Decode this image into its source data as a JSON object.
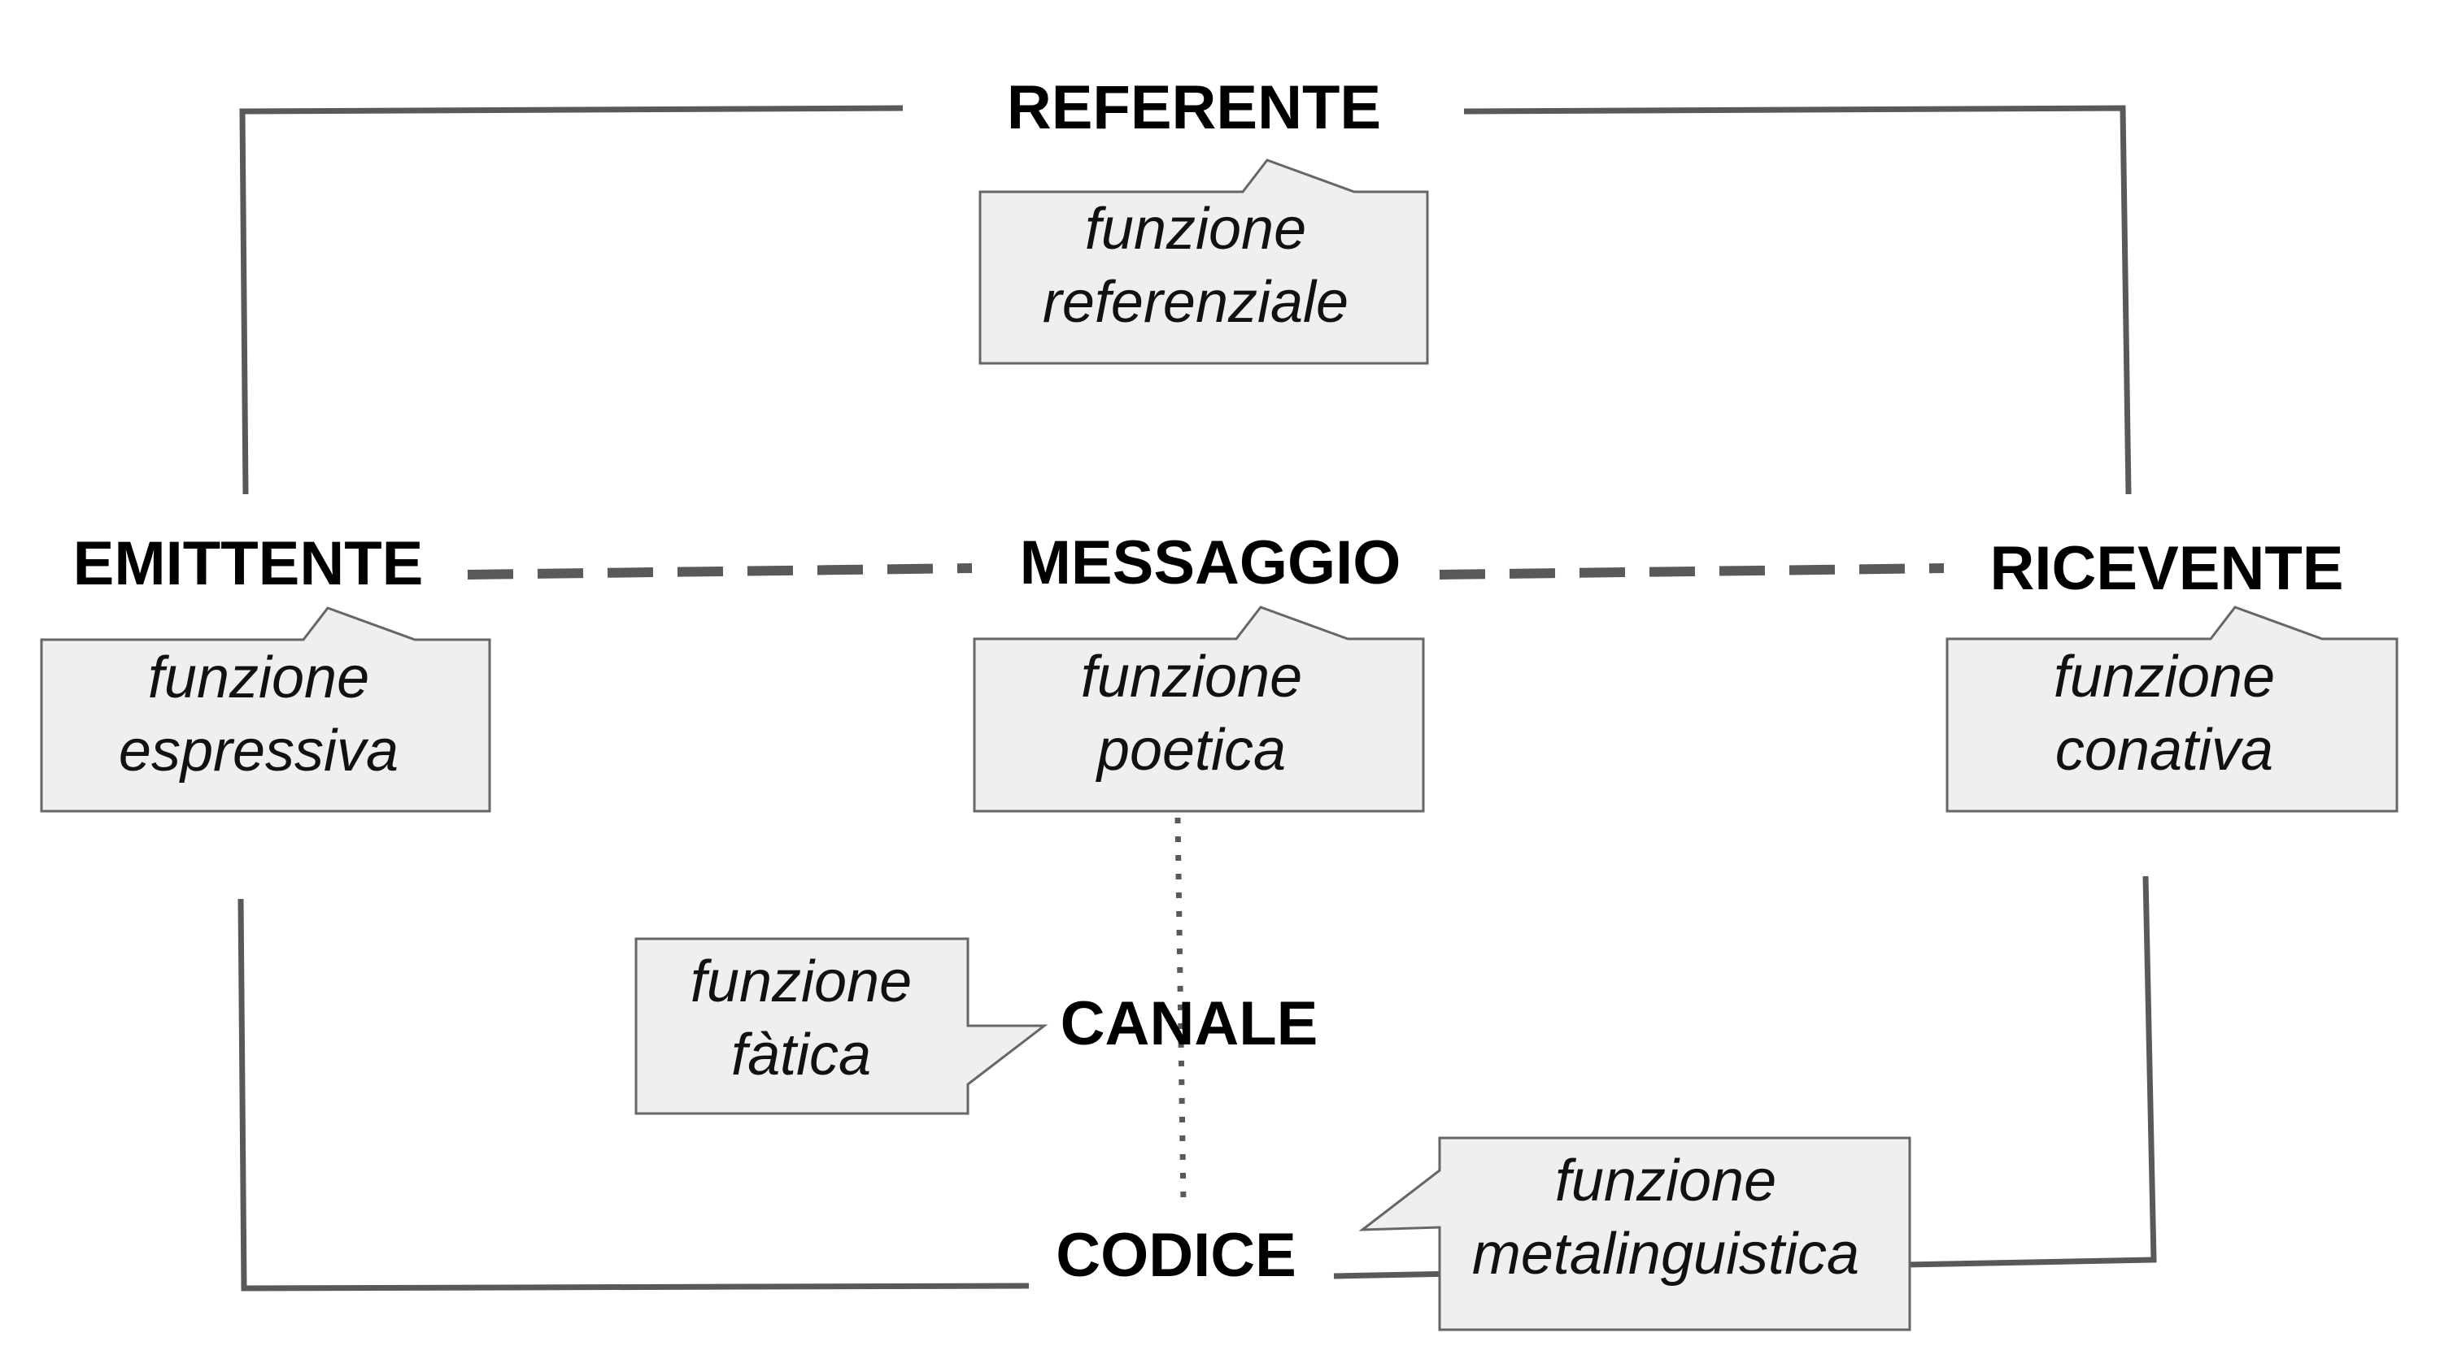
{
  "nodes": {
    "referente": "REFERENTE",
    "emittente": "EMITTENTE",
    "messaggio": "MESSAGGIO",
    "ricevente": "RICEVENTE",
    "canale": "CANALE",
    "codice": "CODICE"
  },
  "functions": {
    "referenziale": [
      "funzione",
      "referenziale"
    ],
    "espressiva": [
      "funzione",
      "espressiva"
    ],
    "poetica": [
      "funzione",
      "poetica"
    ],
    "conativa": [
      "funzione",
      "conativa"
    ],
    "fatica": [
      "funzione",
      "fàtica"
    ],
    "metalinguistica": [
      "funzione",
      "metalinguistica"
    ]
  },
  "colors": {
    "line": "#595959",
    "callout_fill": "#efefef",
    "callout_border": "#666666",
    "text": "#000000"
  }
}
